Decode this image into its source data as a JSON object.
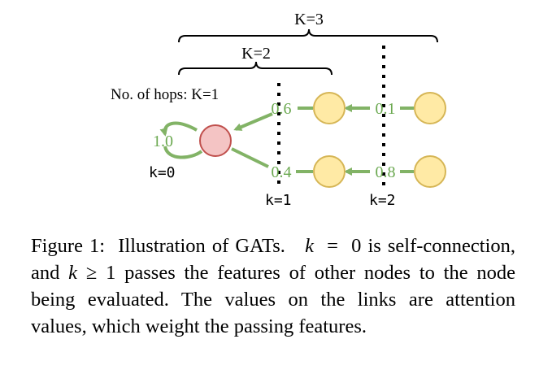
{
  "figure": {
    "brace_k3": "K=3",
    "brace_k2": "K=2",
    "hops_label": "No. of hops: K=1",
    "self_weight": "1.0",
    "self_label": "k=0",
    "w_top_hop1": "0.6",
    "w_bottom_hop1": "0.4",
    "w_top_hop2": "0.1",
    "w_bottom_hop2": "0.8",
    "k1_label": "k=1",
    "k2_label": "k=2",
    "colors": {
      "center_fill": "#f4c4c4",
      "center_stroke": "#c0504d",
      "node_fill": "#ffeaa5",
      "node_stroke": "#d6b656",
      "edge": "#82b366",
      "weight_text": "#6aa84f"
    }
  },
  "caption": {
    "label": "Figure 1:",
    "t1": "Illustration of GATs.",
    "var_k": "k",
    "eq": "=",
    "zero": "0",
    "t2": "is self-connection, and",
    "geq": "≥",
    "one": "1",
    "t3": "passes the features of other nodes to the node being evaluated. The values on the links are attention values, which weight the passing features."
  }
}
